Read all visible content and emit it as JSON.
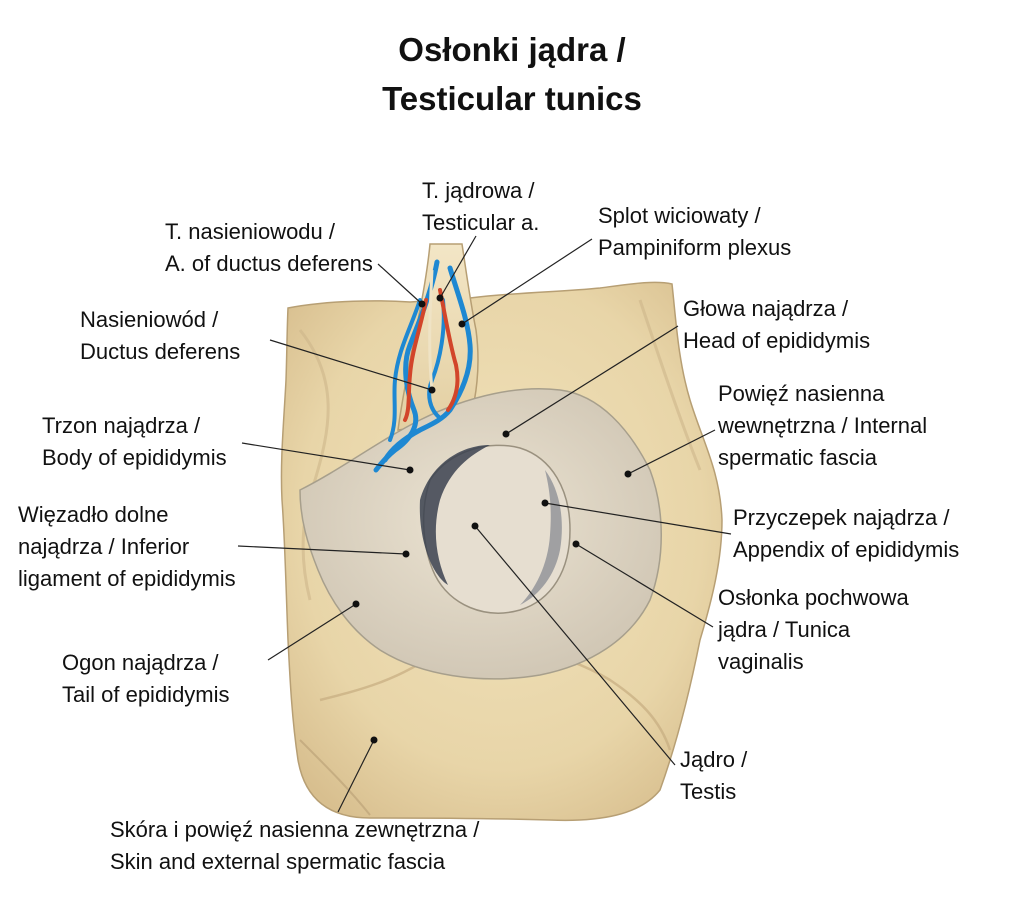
{
  "title": {
    "line1": "Osłonki jądra /",
    "line2": "Testicular tunics"
  },
  "colors": {
    "skin": "#e8d5a8",
    "skin_shadow": "#cdb58a",
    "membrane": "#ddd3c0",
    "vein": "#1e88d2",
    "artery": "#d2452a",
    "leader": "#222222"
  },
  "labels": {
    "testicular_artery": {
      "line1": "T. jądrowa /",
      "line2": "Testicular a."
    },
    "pampiniform_plexus": {
      "line1": "Splot wiciowaty /",
      "line2": "Pampiniform plexus"
    },
    "artery_ductus_deferens": {
      "line1": "T. nasieniowodu /",
      "line2": "A. of ductus deferens"
    },
    "ductus_deferens": {
      "line1": "Nasieniowód /",
      "line2": "Ductus deferens"
    },
    "head_epididymis": {
      "line1": "Głowa najądrza /",
      "line2": "Head of epididymis"
    },
    "internal_fascia": {
      "line1": "Powięź nasienna",
      "line2": "wewnętrzna / Internal",
      "line3": "spermatic fascia"
    },
    "body_epididymis": {
      "line1": "Trzon najądrza /",
      "line2": "Body of epididymis"
    },
    "inferior_ligament": {
      "line1": "Więzadło dolne",
      "line2": "najądrza / Inferior",
      "line3": "ligament of epididymis"
    },
    "appendix_epididymis": {
      "line1": "Przyczepek najądrza /",
      "line2": "Appendix of epididymis"
    },
    "tunica_vaginalis": {
      "line1": "Osłonka pochwowa",
      "line2": "jądra / Tunica",
      "line3": "vaginalis"
    },
    "tail_epididymis": {
      "line1": "Ogon najądrza /",
      "line2": "Tail of epididymis"
    },
    "testis": {
      "line1": "Jądro /",
      "line2": "Testis"
    },
    "skin_fascia": {
      "line1": "Skóra i powięź nasienna zewnętrzna /",
      "line2": "Skin and external spermatic fascia"
    }
  }
}
